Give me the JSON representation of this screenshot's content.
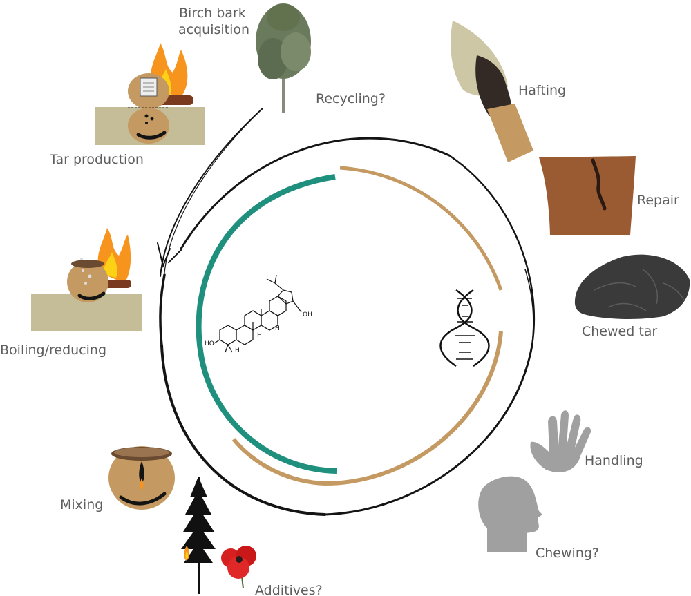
{
  "labels": {
    "birch_bark_line1": "Birch bark",
    "birch_bark_line2": "acquisition",
    "recycling": "Recycling?",
    "hafting": "Hafting",
    "repair": "Repair",
    "chewed_tar": "Chewed tar",
    "handling": "Handling",
    "chewing": "Chewing?",
    "additives": "Additives?",
    "mixing": "Mixing",
    "boiling": "Boiling/reducing",
    "tar_production": "Tar production"
  },
  "molecule": {
    "hydroxyl_left": "HO",
    "hydroxyl_right": "OH",
    "h_label": "H"
  },
  "colors": {
    "cycle_arrow": "#141414",
    "chemistry_arc": "#1f8f7e",
    "dna_arc": "#c49a62",
    "label_text": "#5e5e5e",
    "flame_outer": "#f7941d",
    "flame_inner": "#fcd116",
    "pot": "#c49a62",
    "ground": "#c5bc98",
    "stone_tool": "#cdc7a6",
    "pottery_repair": "#9a5b33",
    "chewed_tar": "#3a3a3a",
    "body_silhouette": "#a0a0a0",
    "poppy": "#d62020"
  },
  "icons": [
    "birch-tree-icon",
    "stone-tool-icon",
    "pottery-sherd-icon",
    "chewed-tar-icon",
    "hand-icon",
    "head-icon",
    "poppy-icon",
    "pine-tree-icon",
    "mixing-pot-icon",
    "boiling-pot-icon",
    "tar-production-icon",
    "dna-icon",
    "triterpene-molecule-icon"
  ]
}
